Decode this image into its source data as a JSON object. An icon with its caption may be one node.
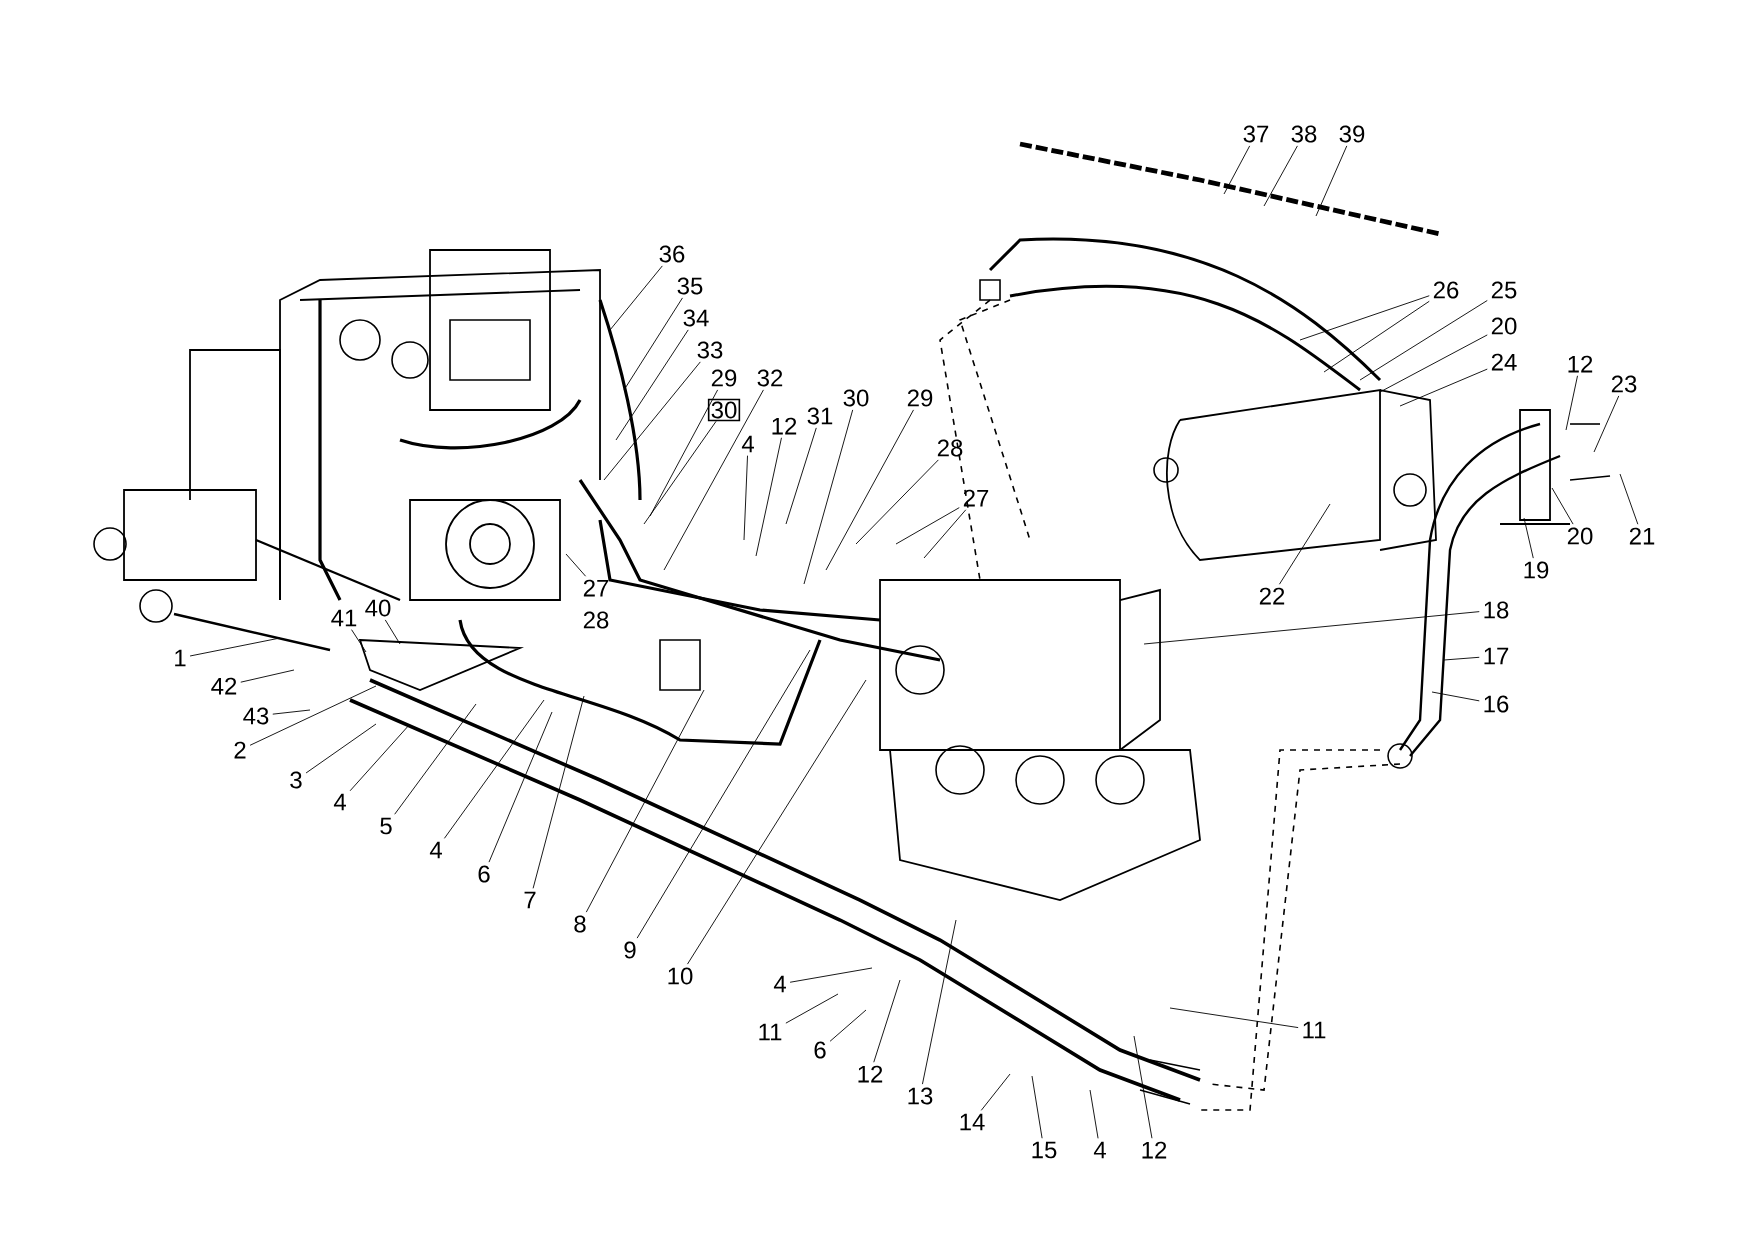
{
  "diagram": {
    "nodes": [
      {
        "text": [
          "37"
        ]
      },
      {
        "text": [
          "38"
        ]
      },
      {
        "text": [
          "39"
        ]
      },
      {
        "text": [
          "36"
        ]
      },
      {
        "text": [
          "35"
        ]
      },
      {
        "text": [
          "26"
        ]
      },
      {
        "text": [
          "25"
        ]
      },
      {
        "text": [
          "34"
        ]
      },
      {
        "text": [
          "20"
        ]
      },
      {
        "text": [
          "33"
        ]
      },
      {
        "text": [
          "24"
        ]
      },
      {
        "text": [
          "12"
        ]
      },
      {
        "text": [
          "29"
        ]
      },
      {
        "text": [
          "32"
        ]
      },
      {
        "text": [
          "23"
        ]
      },
      {
        "text": [
          "30"
        ]
      },
      {
        "text": [
          "30"
        ]
      },
      {
        "text": [
          "29"
        ]
      },
      {
        "text": [
          "31"
        ]
      },
      {
        "text": [
          "12"
        ]
      },
      {
        "text": [
          "4"
        ]
      },
      {
        "text": [
          "28"
        ]
      },
      {
        "text": [
          "27"
        ]
      },
      {
        "text": [
          "22"
        ]
      },
      {
        "text": [
          "20"
        ]
      },
      {
        "text": [
          "21"
        ]
      },
      {
        "text": [
          "19"
        ]
      },
      {
        "text": [
          "27"
        ]
      },
      {
        "text": [
          "28"
        ]
      },
      {
        "text": [
          "40"
        ]
      },
      {
        "text": [
          "41"
        ]
      },
      {
        "text": [
          "18"
        ]
      },
      {
        "text": [
          "1"
        ]
      },
      {
        "text": [
          "17"
        ]
      },
      {
        "text": [
          "42"
        ]
      },
      {
        "text": [
          "16"
        ]
      },
      {
        "text": [
          "43"
        ]
      },
      {
        "text": [
          "2"
        ]
      },
      {
        "text": [
          "3"
        ]
      },
      {
        "text": [
          "4"
        ]
      },
      {
        "text": [
          "5"
        ]
      },
      {
        "text": [
          "4"
        ]
      },
      {
        "text": [
          "6"
        ]
      },
      {
        "text": [
          "7"
        ]
      },
      {
        "text": [
          "8"
        ]
      },
      {
        "text": [
          "9"
        ]
      },
      {
        "text": [
          "10"
        ]
      },
      {
        "text": [
          "4"
        ]
      },
      {
        "text": [
          "11"
        ]
      },
      {
        "text": [
          "6"
        ]
      },
      {
        "text": [
          "12"
        ]
      },
      {
        "text": [
          "13"
        ]
      },
      {
        "text": [
          "11"
        ]
      },
      {
        "text": [
          "14"
        ]
      },
      {
        "text": [
          "15"
        ]
      },
      {
        "text": [
          "4"
        ]
      },
      {
        "text": [
          "12"
        ]
      }
    ],
    "edges": [
      {
        "from": 0,
        "to": null,
        "arrow": "none"
      },
      {
        "from": 1,
        "to": null,
        "arrow": "none"
      },
      {
        "from": 2,
        "to": null,
        "arrow": "none"
      },
      {
        "from": 3,
        "to": null,
        "arrow": "none"
      },
      {
        "from": 4,
        "to": null,
        "arrow": "none"
      },
      {
        "from": 5,
        "to": null,
        "arrow": "none"
      },
      {
        "from": 5,
        "to": null,
        "arrow": "none"
      },
      {
        "from": 6,
        "to": null,
        "arrow": "none"
      },
      {
        "from": 7,
        "to": null,
        "arrow": "none"
      },
      {
        "from": 8,
        "to": null,
        "arrow": "none"
      },
      {
        "from": 9,
        "to": null,
        "arrow": "none"
      },
      {
        "from": 10,
        "to": null,
        "arrow": "none"
      },
      {
        "from": 11,
        "to": null,
        "arrow": "none"
      },
      {
        "from": 12,
        "to": null,
        "arrow": "none"
      },
      {
        "from": 13,
        "to": null,
        "arrow": "none"
      },
      {
        "from": 14,
        "to": null,
        "arrow": "none"
      },
      {
        "from": 15,
        "to": null,
        "arrow": "none"
      },
      {
        "from": 16,
        "to": null,
        "arrow": "none"
      },
      {
        "from": 17,
        "to": null,
        "arrow": "none"
      },
      {
        "from": 18,
        "to": null,
        "arrow": "none"
      },
      {
        "from": 19,
        "to": null,
        "arrow": "none"
      },
      {
        "from": 20,
        "to": null,
        "arrow": "none"
      },
      {
        "from": 21,
        "to": null,
        "arrow": "none"
      },
      {
        "from": 22,
        "to": null,
        "arrow": "none"
      },
      {
        "from": 22,
        "to": null,
        "arrow": "none"
      },
      {
        "from": 23,
        "to": null,
        "arrow": "none"
      },
      {
        "from": 24,
        "to": null,
        "arrow": "none"
      },
      {
        "from": 25,
        "to": null,
        "arrow": "none"
      },
      {
        "from": 26,
        "to": null,
        "arrow": "none"
      },
      {
        "from": 27,
        "to": null,
        "arrow": "none"
      },
      {
        "from": 29,
        "to": null,
        "arrow": "none"
      },
      {
        "from": 30,
        "to": null,
        "arrow": "none"
      },
      {
        "from": 31,
        "to": null,
        "arrow": "none"
      },
      {
        "from": 32,
        "to": null,
        "arrow": "none"
      },
      {
        "from": 33,
        "to": null,
        "arrow": "none"
      },
      {
        "from": 34,
        "to": null,
        "arrow": "none"
      },
      {
        "from": 35,
        "to": null,
        "arrow": "none"
      },
      {
        "from": 36,
        "to": null,
        "arrow": "none"
      },
      {
        "from": 37,
        "to": null,
        "arrow": "none"
      },
      {
        "from": 38,
        "to": null,
        "arrow": "none"
      },
      {
        "from": 39,
        "to": null,
        "arrow": "none"
      },
      {
        "from": 40,
        "to": null,
        "arrow": "none"
      },
      {
        "from": 41,
        "to": null,
        "arrow": "none"
      },
      {
        "from": 42,
        "to": null,
        "arrow": "none"
      },
      {
        "from": 43,
        "to": null,
        "arrow": "none"
      },
      {
        "from": 44,
        "to": null,
        "arrow": "none"
      },
      {
        "from": 45,
        "to": null,
        "arrow": "none"
      },
      {
        "from": 46,
        "to": null,
        "arrow": "none"
      },
      {
        "from": 47,
        "to": null,
        "arrow": "none"
      },
      {
        "from": 48,
        "to": null,
        "arrow": "none"
      },
      {
        "from": 49,
        "to": null,
        "arrow": "none"
      },
      {
        "from": 50,
        "to": null,
        "arrow": "none"
      },
      {
        "from": 51,
        "to": null,
        "arrow": "none"
      },
      {
        "from": 52,
        "to": null,
        "arrow": "none"
      },
      {
        "from": 53,
        "to": null,
        "arrow": "none"
      },
      {
        "from": 54,
        "to": null,
        "arrow": "none"
      },
      {
        "from": 55,
        "to": null,
        "arrow": "none"
      },
      {
        "from": 56,
        "to": null,
        "arrow": "none"
      }
    ]
  }
}
